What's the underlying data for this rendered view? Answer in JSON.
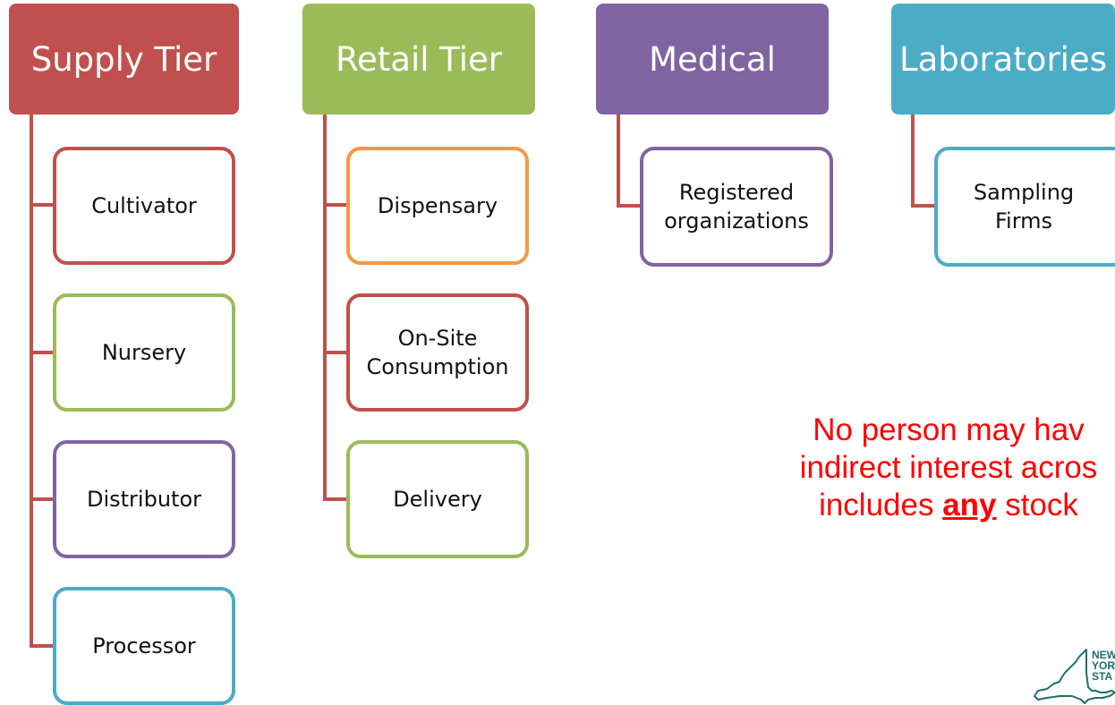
{
  "tiers": {
    "supply": {
      "title": "Supply Tier",
      "color": "#c0504d",
      "children": [
        {
          "label": "Cultivator",
          "color": "#c0504d"
        },
        {
          "label": "Nursery",
          "color": "#9bbb59"
        },
        {
          "label": "Distributor",
          "color": "#8064a2"
        },
        {
          "label": "Processor",
          "color": "#4bacc6"
        }
      ]
    },
    "retail": {
      "title": "Retail Tier",
      "color": "#9bbb59",
      "children": [
        {
          "label": "Dispensary",
          "color": "#f79646"
        },
        {
          "label": "On-Site Consumption",
          "color": "#c0504d"
        },
        {
          "label": "Delivery",
          "color": "#9bbb59"
        }
      ]
    },
    "medical": {
      "title": "Medical",
      "color": "#8064a2",
      "children": [
        {
          "label": "Registered organizations",
          "color": "#8064a2"
        }
      ]
    },
    "laboratories": {
      "title": "Laboratories",
      "color": "#4bacc6",
      "children": [
        {
          "label": "Sampling Firms",
          "color": "#4bacc6"
        }
      ]
    }
  },
  "connector_color": "#c0504d",
  "notice": {
    "line1": "No person may hav",
    "line2": "indirect interest acros",
    "line3_before": "includes ",
    "line3_emphasis": "any",
    "line3_after": " stock",
    "color": "#ff0000"
  },
  "logo": {
    "line1": "NEW",
    "line2": "YOR",
    "line3": "STA"
  }
}
